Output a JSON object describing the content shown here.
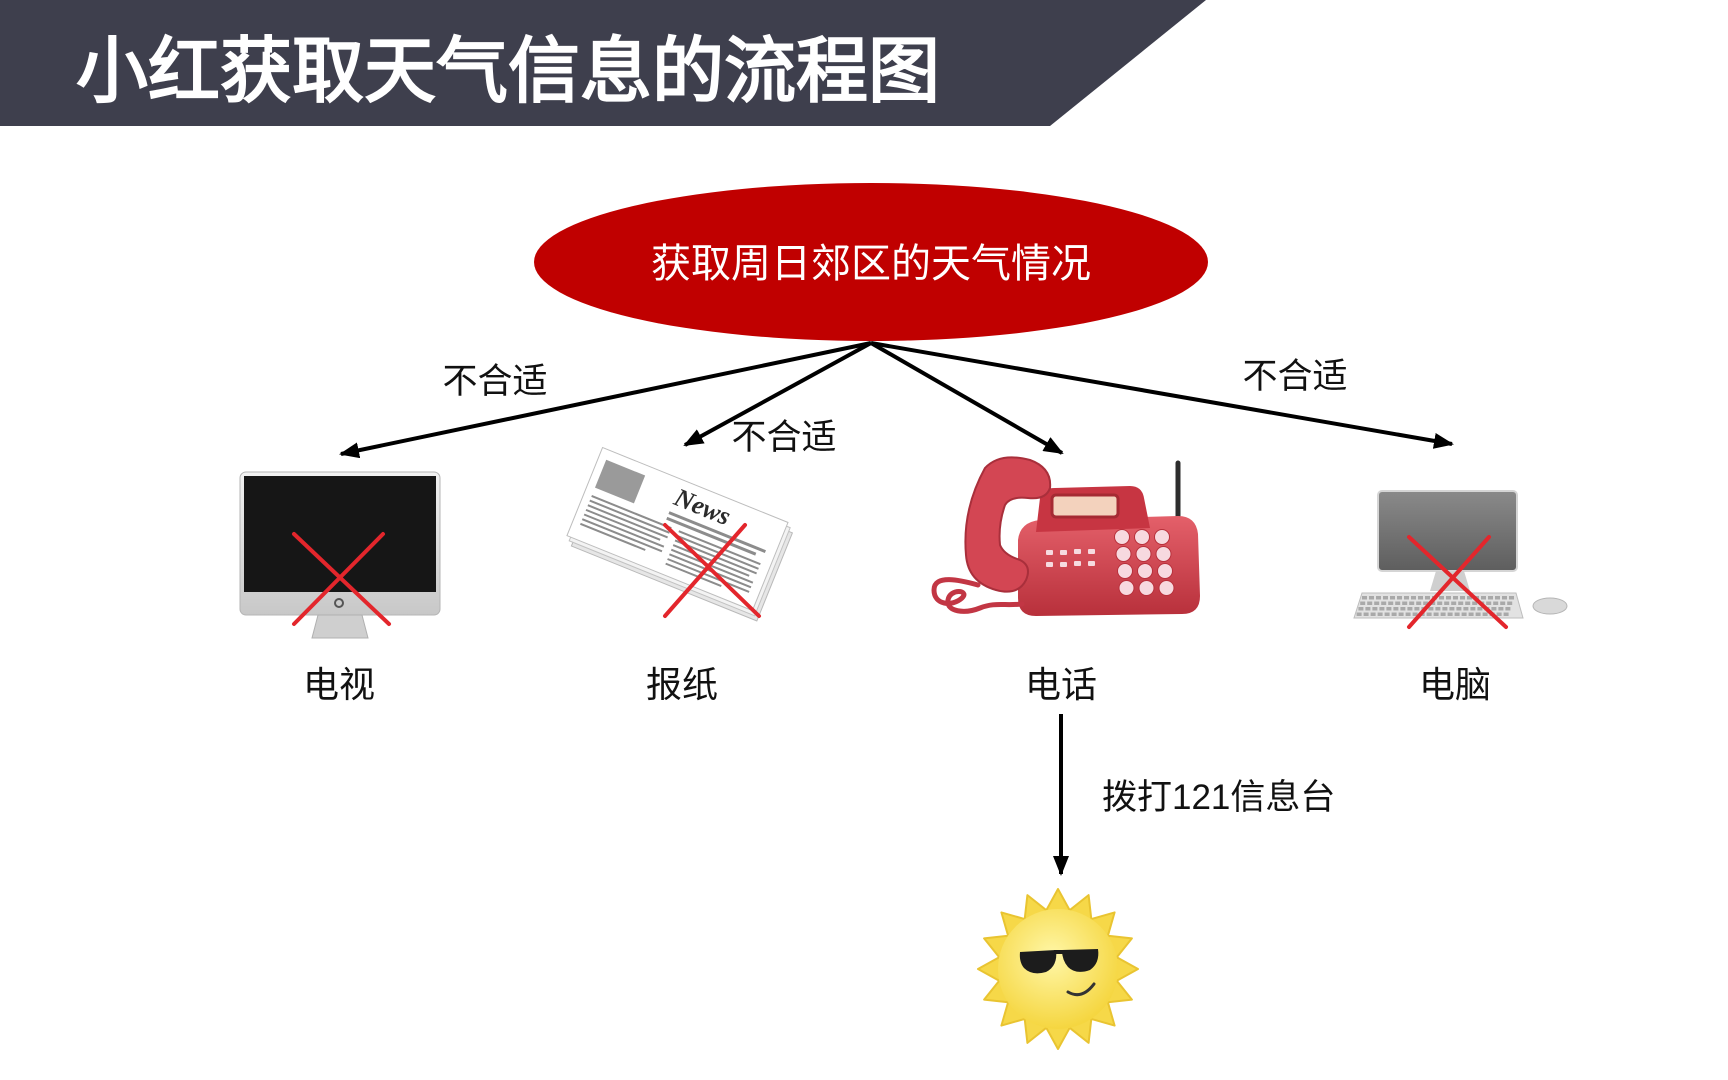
{
  "title": "小红获取天气信息的流程图",
  "goal": "获取周日郊区的天气情况",
  "options": [
    {
      "label": "电视",
      "edge_label": "不合适",
      "rejected": true,
      "icon": "tv-icon"
    },
    {
      "label": "报纸",
      "edge_label": "不合适",
      "rejected": true,
      "icon": "newspaper-icon"
    },
    {
      "label": "电话",
      "rejected": false,
      "icon": "phone-icon"
    },
    {
      "label": "电脑",
      "edge_label": "不合适",
      "rejected": true,
      "icon": "computer-icon"
    }
  ],
  "phone_action": "拨打121信息台",
  "result_icon": "sun-icon",
  "newspaper_masthead": "News",
  "colors": {
    "header": "#3e3f4d",
    "goal": "#c00000",
    "cross": "#e3262c",
    "phone": "#d8414b",
    "sun": "#f6d848"
  }
}
